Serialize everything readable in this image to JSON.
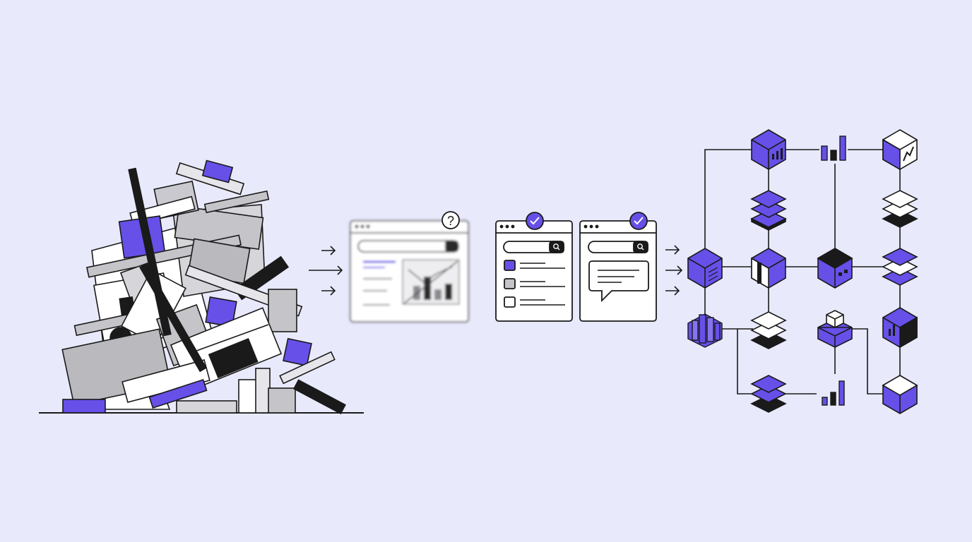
{
  "colors": {
    "background": "#e8e9fb",
    "accent": "#6650e8",
    "accent_light": "#8474f0",
    "ink": "#1a1a1a",
    "gray": "#b9b9be",
    "gray_light": "#dcdce0",
    "white": "#ffffff"
  },
  "stages": [
    {
      "id": "chaos",
      "icon": "pile-of-blocks-icon"
    },
    {
      "id": "unclear-dashboard",
      "icon": "question-mark-icon",
      "state": "blurred"
    },
    {
      "id": "search-list",
      "icon": "checkmark-icon",
      "state": "verified"
    },
    {
      "id": "search-chat",
      "icon": "checkmark-icon",
      "state": "verified"
    },
    {
      "id": "connected-network",
      "icon": "cube-network-icon"
    }
  ],
  "arrows": [
    {
      "id": "arrow-chaos-to-dashboard",
      "count": 3
    },
    {
      "id": "arrow-browsers-to-network",
      "count": 3
    }
  ],
  "question_glyph": "?"
}
